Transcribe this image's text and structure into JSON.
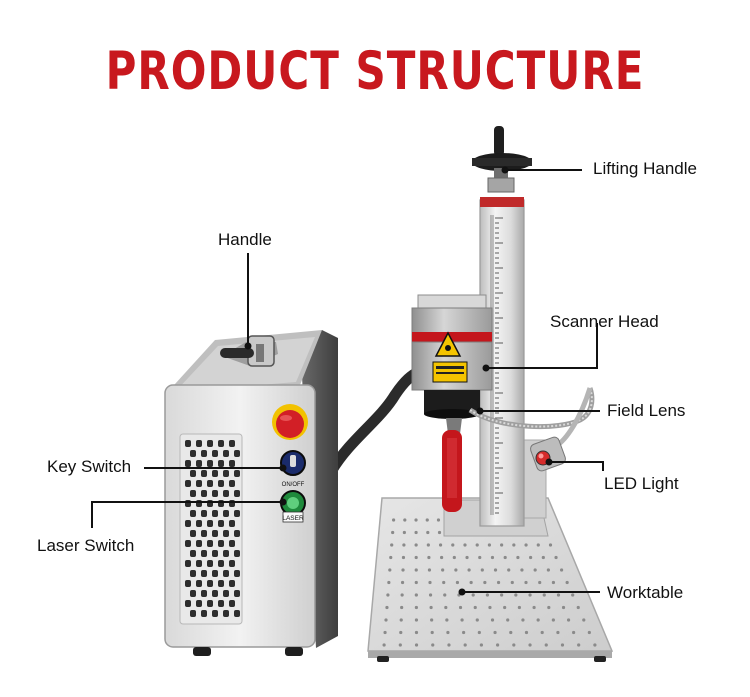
{
  "title": "PRODUCT STRUCTURE",
  "labels": {
    "lifting_handle": "Lifting Handle",
    "handle": "Handle",
    "scanner_head": "Scanner Head",
    "field_lens": "Field Lens",
    "key_switch": "Key Switch",
    "led_light": "LED Light",
    "laser_switch": "Laser Switch",
    "worktable": "Worktable"
  },
  "switch_texts": {
    "key": "ON/OFF",
    "laser": "LASER"
  },
  "colors": {
    "title": "#c8181e",
    "emergency_button": "#d21f26",
    "key_switch": "#1a2b6b",
    "laser_switch": "#1f8a3c",
    "tag": "#c4161c"
  }
}
